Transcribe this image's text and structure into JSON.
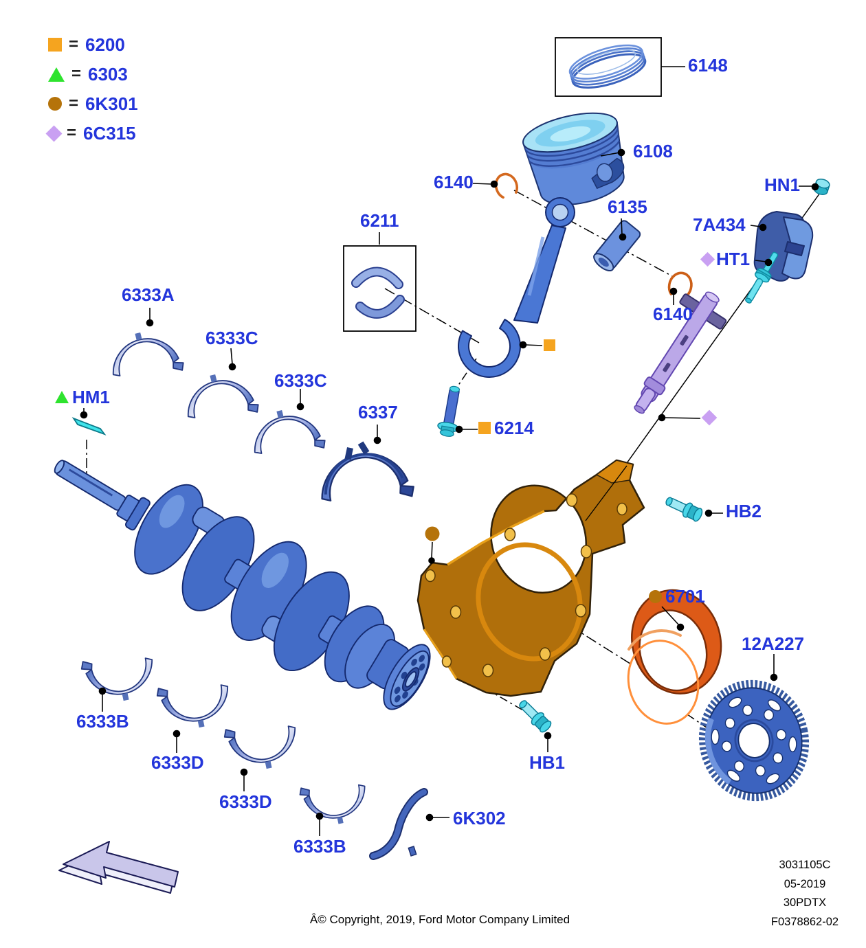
{
  "legend": {
    "equals": "=",
    "items": [
      {
        "symbol": "orange-square",
        "code": "6200",
        "color": "#f5a41f"
      },
      {
        "symbol": "green-triangle",
        "code": "6303",
        "color": "#2ee32e"
      },
      {
        "symbol": "brown-circle",
        "code": "6K301",
        "color": "#b5730a"
      },
      {
        "symbol": "purple-diamond",
        "code": "6C315",
        "color": "#c9a0f2"
      }
    ]
  },
  "labels": {
    "l6148": "6148",
    "l6108": "6108",
    "l6140a": "6140",
    "l6135": "6135",
    "lHN1": "HN1",
    "l7A434": "7A434",
    "lHT1": "HT1",
    "l6211": "6211",
    "l6140b": "6140",
    "l6214": "6214",
    "l6337": "6337",
    "l6333A": "6333A",
    "l6333C1": "6333C",
    "l6333C2": "6333C",
    "lHM1": "HM1",
    "lHB2": "HB2",
    "l6701": "6701",
    "l12A227": "12A227",
    "l6333B1": "6333B",
    "l6333D1": "6333D",
    "l6333D2": "6333D",
    "l6333B2": "6333B",
    "l6K302": "6K302",
    "lHB1": "HB1"
  },
  "footer": {
    "doc": [
      "3031105C",
      "05-2019",
      "30PDTX",
      "F0378862-02"
    ],
    "copyright": "Â© Copyright, 2019, Ford Motor Company Limited"
  },
  "palette": {
    "label_blue": "#2335db",
    "part_blue": "#4a74d2",
    "bearing_light": "#c7cff0",
    "plate_orange": "#b06f0b",
    "seal_orange": "#dd5a17",
    "hardware_cyan": "#49d6e8",
    "shaft_purple": "#bba8e8",
    "ring_orange": "#d4691f"
  }
}
